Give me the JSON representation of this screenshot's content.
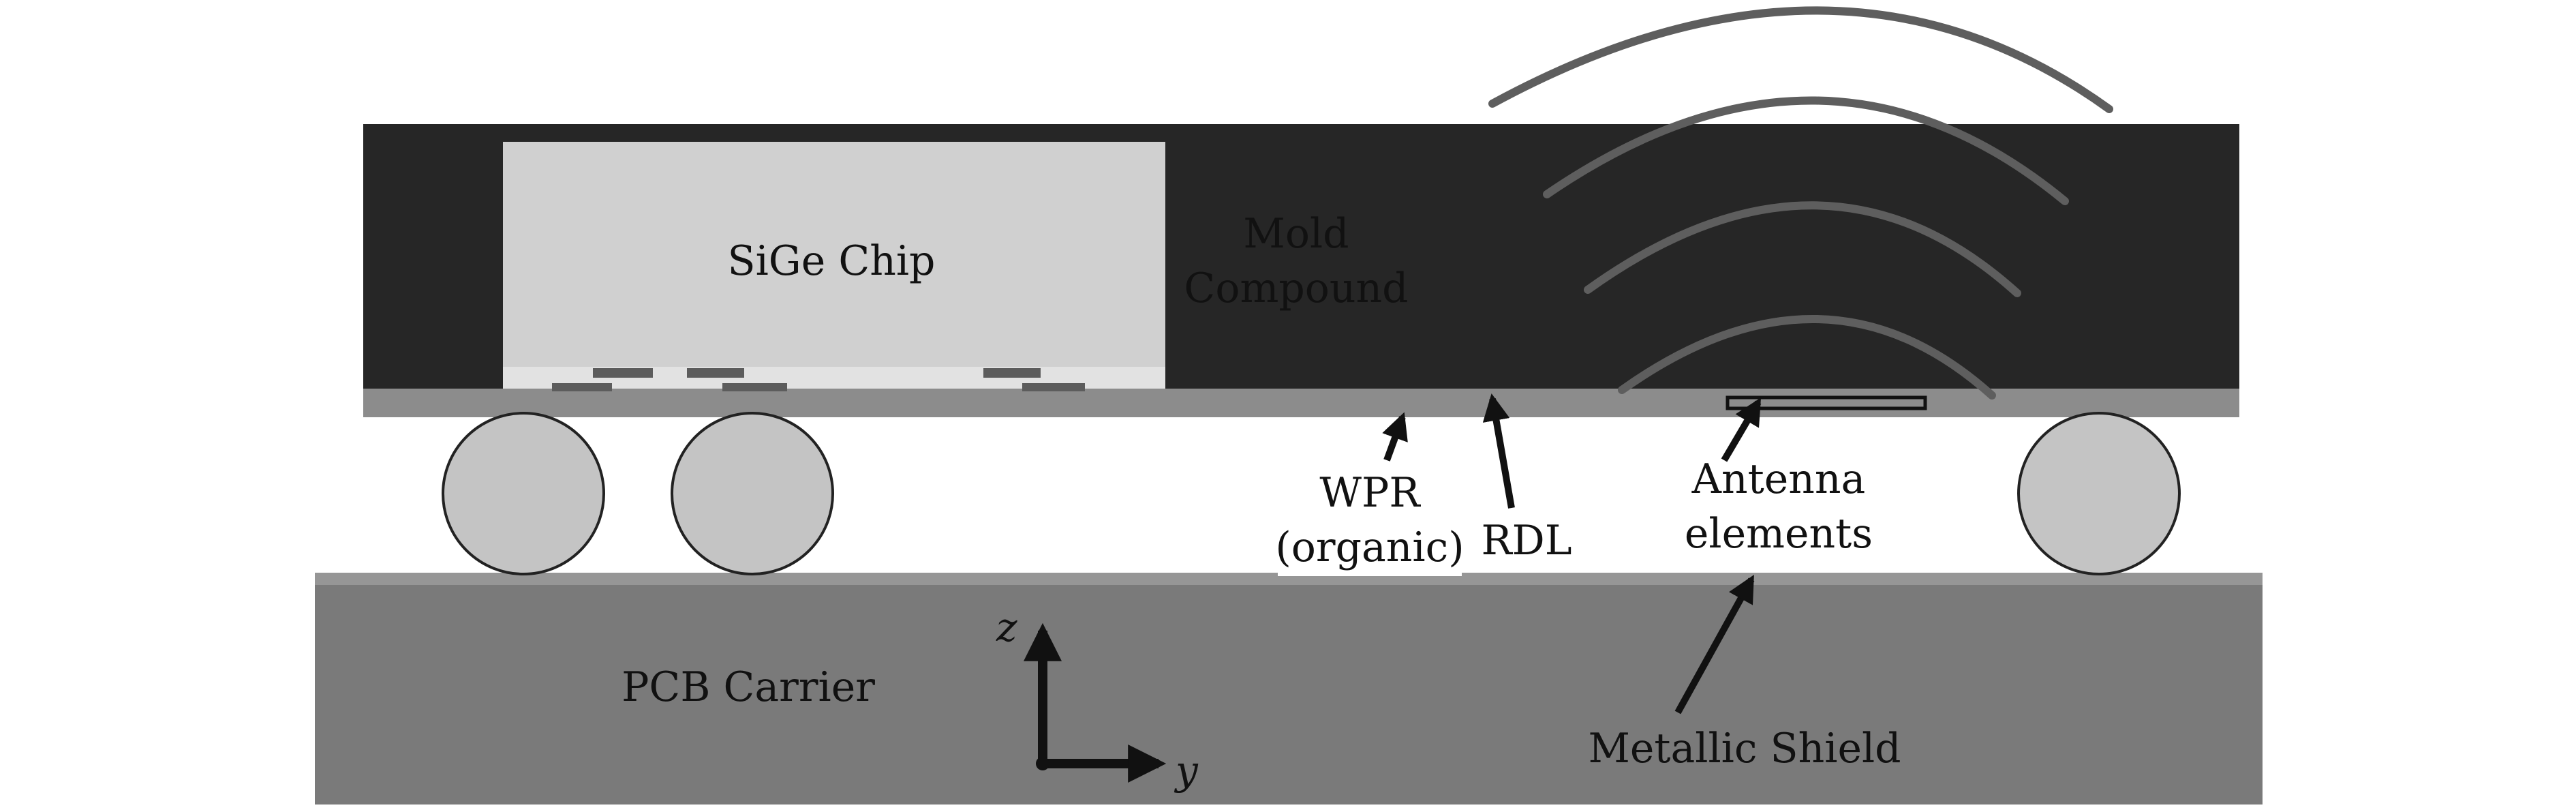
{
  "labels": {
    "chip": "SiGe Chip",
    "mold_line1": "Mold",
    "mold_line2": "Compound",
    "wpr_line1": "WPR",
    "wpr_line2": "(organic)",
    "rdl": "RDL",
    "antenna_line1": "Antenna",
    "antenna_line2": "elements",
    "pcb": "PCB Carrier",
    "shield": "Metallic Shield",
    "axis_z": "z",
    "axis_y": "y"
  },
  "colors": {
    "mold": "#262626",
    "chip": "#d0d0d0",
    "chip_bottom": "#e2e2e2",
    "rdl_layer": "#8c8c8c",
    "pcb": "#7a7a7a",
    "shield": "#969696",
    "solder_ball": "#c4c4c4",
    "pad": "#5c5c5c",
    "wave": "#5e5e5e",
    "arrow": "#111111"
  }
}
